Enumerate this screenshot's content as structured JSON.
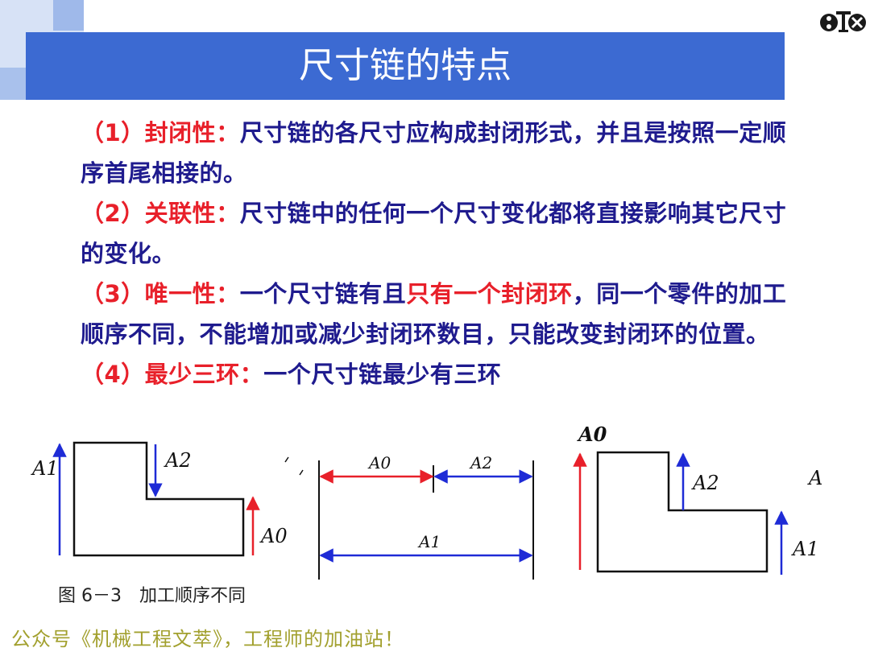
{
  "title": "尺寸链的特点",
  "points": [
    {
      "label": "（1）封闭性：",
      "text": "尺寸链的各尺寸应构成封闭形式，并且是按照一定顺序首尾相接的。"
    },
    {
      "label": "（2）关联性：",
      "text": "尺寸链中的任何一个尺寸变化都将直接影响其它尺寸的变化。"
    },
    {
      "label": "（3）唯一性：",
      "text_before": "一个尺寸链有且",
      "highlight": "只有一个封闭环",
      "text_after": "，同一个零件的加工顺序不同，不能增加或减少封闭环数目，只能改变封闭环的位置。"
    },
    {
      "label": "（4）最少三环：",
      "text": "一个尺寸链最少有三环"
    }
  ],
  "figure": {
    "caption": "图 6－3　加工顺序不同",
    "left": {
      "a1": "A1",
      "a2": "A2",
      "a0": "A0"
    },
    "middle": {
      "a0": "A0",
      "a2": "A2",
      "a1": "A1"
    },
    "right": {
      "a0": "A0",
      "a2": "A2",
      "a1": "A1",
      "stray": "A"
    }
  },
  "footer": "公众号《机械工程文萃》，工程师的加油站！",
  "colors": {
    "title_bar": "#3c6ad2",
    "text": "#1f1b8e",
    "accent": "#e8202a",
    "footer": "#a2a02e",
    "arrow_blue": "#1e2bd6",
    "arrow_red": "#e8202a"
  }
}
